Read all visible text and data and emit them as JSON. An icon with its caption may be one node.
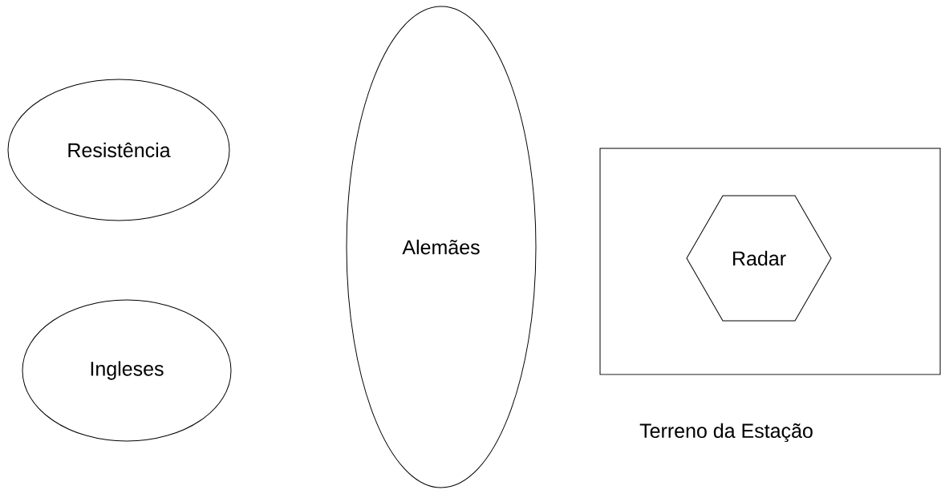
{
  "diagram": {
    "nodes": [
      {
        "text": [
          "Resistência"
        ]
      },
      {
        "text": [
          "Ingleses"
        ]
      },
      {
        "text": [
          "Alemães"
        ]
      },
      {
        "text": [
          "Terreno da Estação"
        ]
      },
      {
        "text": [
          "Radar"
        ],
        "in": 3
      }
    ]
  }
}
